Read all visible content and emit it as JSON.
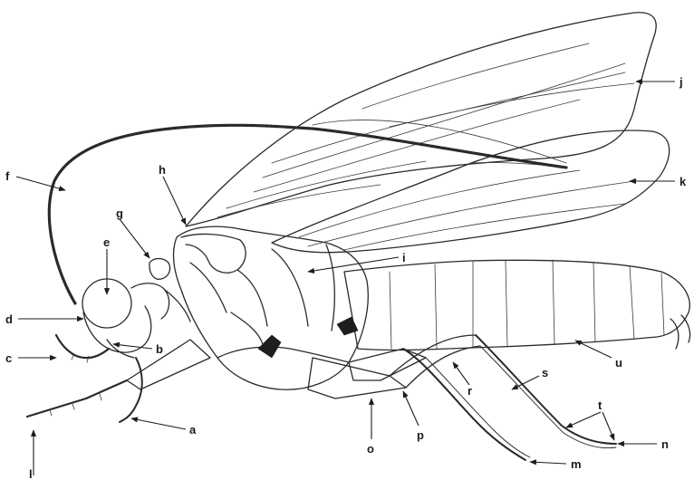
{
  "labels": [
    {
      "key": "a",
      "text": "a"
    },
    {
      "key": "b",
      "text": "b"
    },
    {
      "key": "c",
      "text": "c"
    },
    {
      "key": "d",
      "text": "d"
    },
    {
      "key": "e",
      "text": "e"
    },
    {
      "key": "f",
      "text": "f"
    },
    {
      "key": "g",
      "text": "g"
    },
    {
      "key": "h",
      "text": "h"
    },
    {
      "key": "i",
      "text": "i"
    },
    {
      "key": "j",
      "text": "j"
    },
    {
      "key": "k",
      "text": "k"
    },
    {
      "key": "l",
      "text": "l"
    },
    {
      "key": "m",
      "text": "m"
    },
    {
      "key": "n",
      "text": "n"
    },
    {
      "key": "o",
      "text": "o"
    },
    {
      "key": "p",
      "text": "p"
    },
    {
      "key": "r",
      "text": "r"
    },
    {
      "key": "s",
      "text": "s"
    },
    {
      "key": "t",
      "text": "t"
    },
    {
      "key": "u",
      "text": "u"
    }
  ],
  "colors": {
    "ink": "#1c1c1c",
    "paper": "#ffffff"
  }
}
